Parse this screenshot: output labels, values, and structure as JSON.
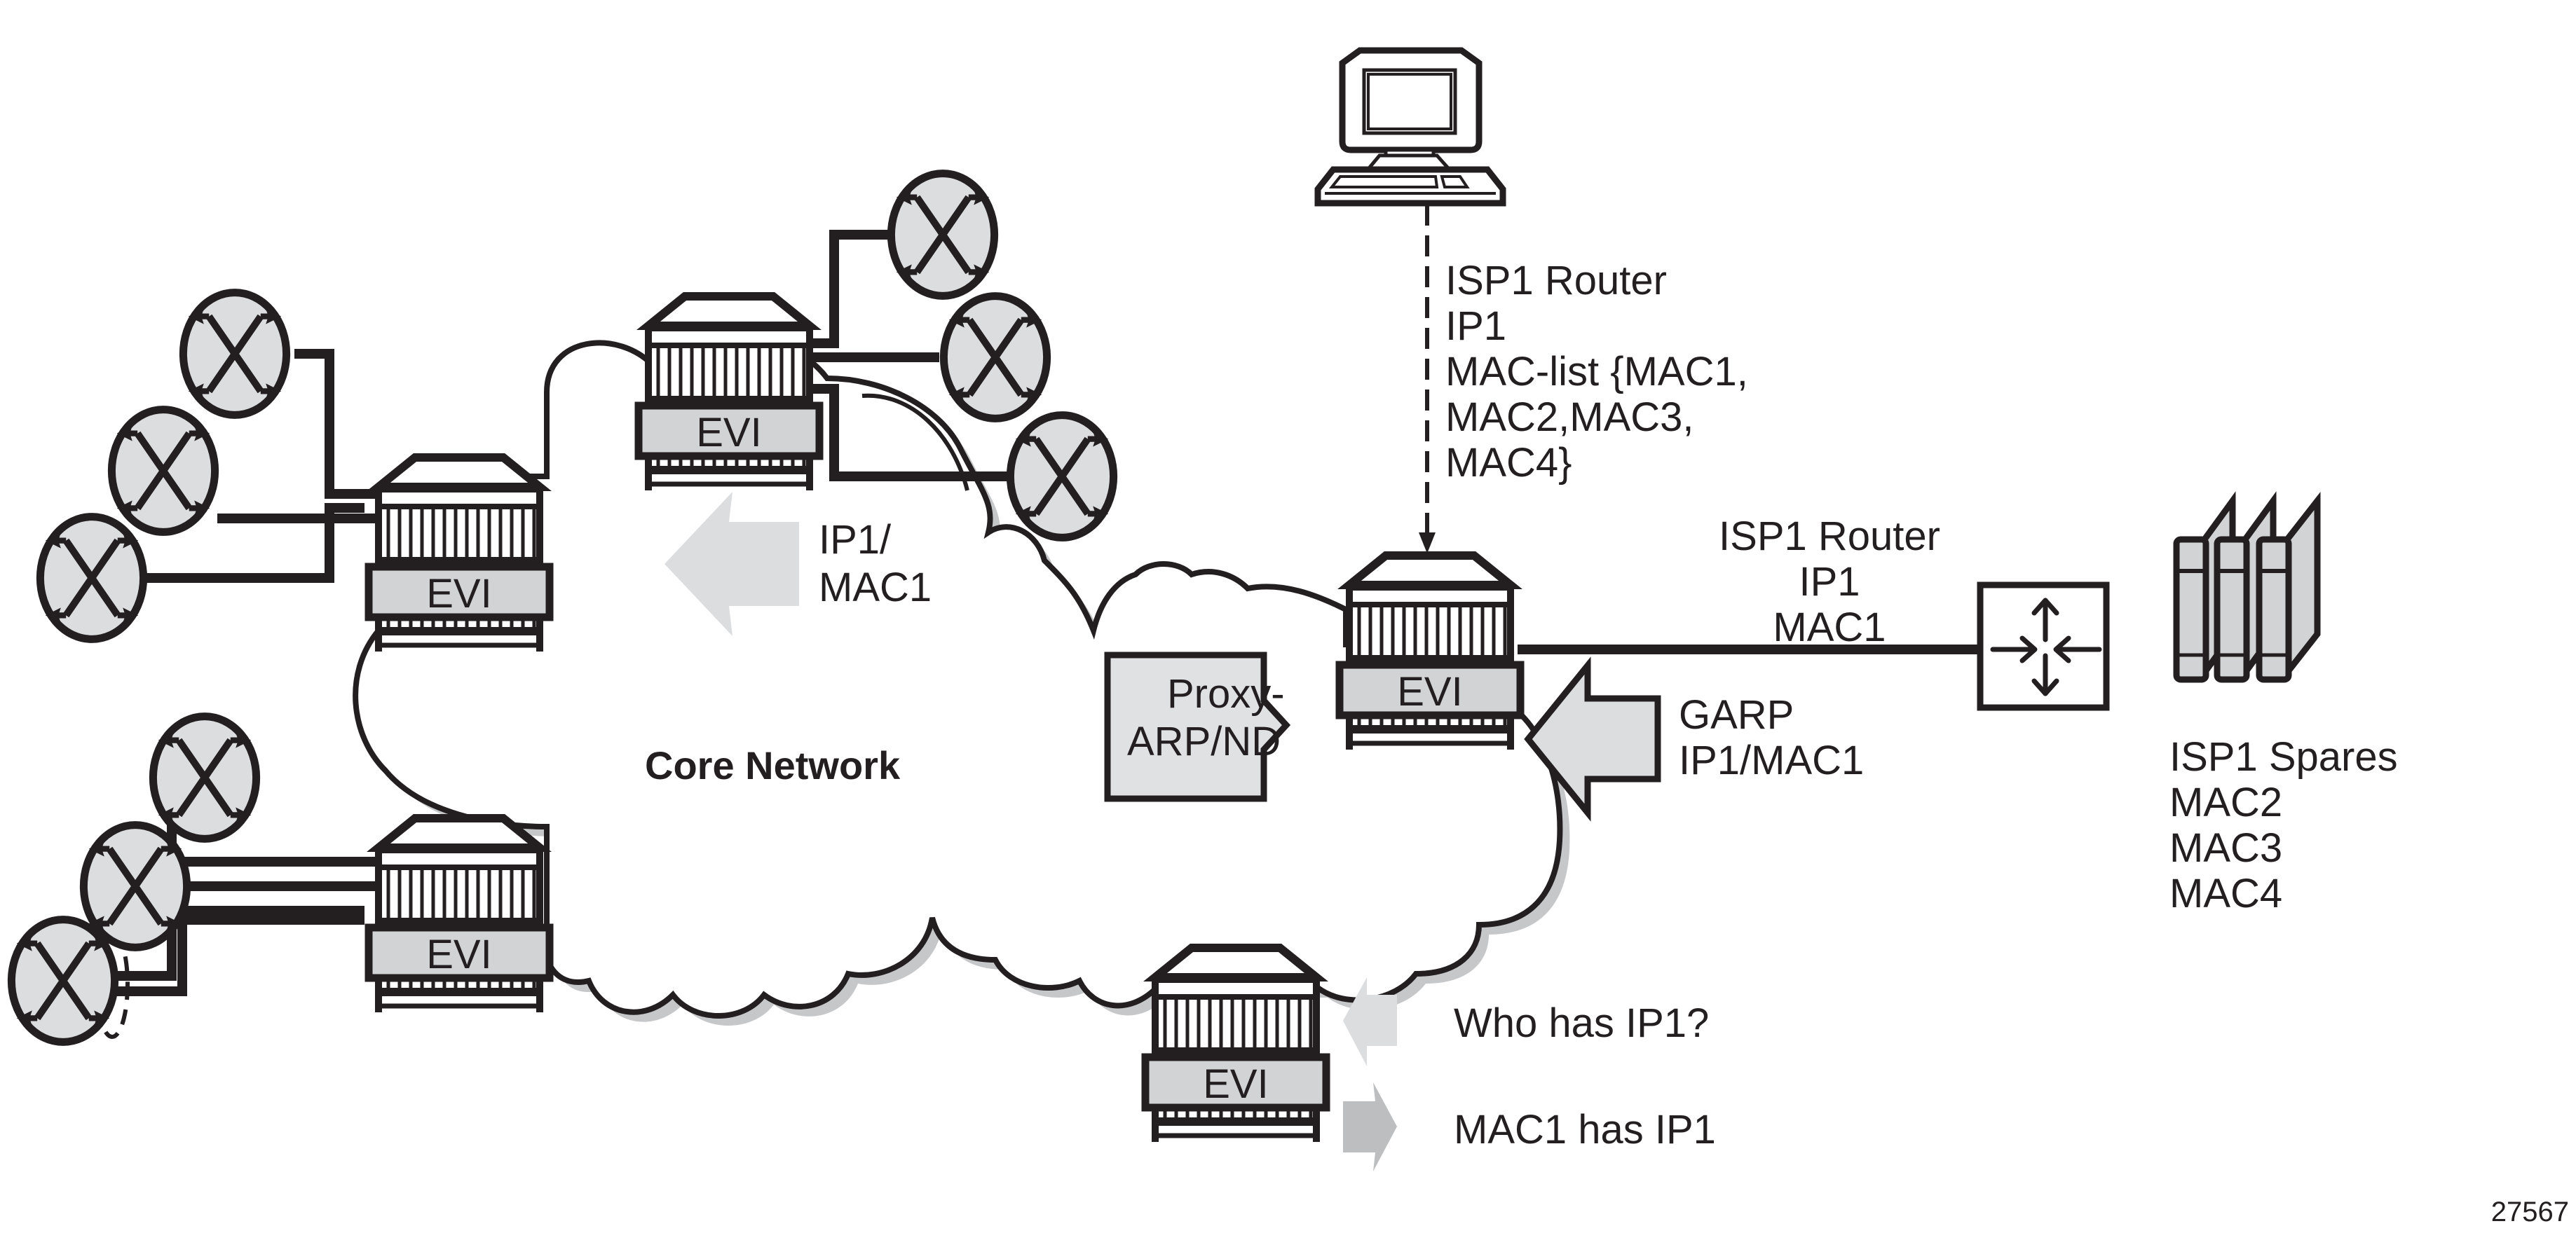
{
  "figure": {
    "number": "27567",
    "cloud_label": "Core Network",
    "colors": {
      "stroke": "#231f20",
      "device_fill": "#d1d3d4",
      "light_fill": "#e0e1e3",
      "arrow_light": "#dcdddf",
      "arrow_mid": "#bcbec0",
      "shadow": "#c6c7c9"
    }
  },
  "evi_nodes": [
    {
      "id": "top",
      "label": "EVI"
    },
    {
      "id": "left-top",
      "label": "EVI"
    },
    {
      "id": "left-bottom",
      "label": "EVI"
    },
    {
      "id": "right",
      "label": "EVI"
    },
    {
      "id": "bottom",
      "label": "EVI"
    }
  ],
  "computer": {
    "lines": [
      "ISP1 Router",
      "IP1",
      "MAC-list {MAC1,",
      "MAC2,MAC3,",
      "MAC4}"
    ]
  },
  "proxy_box": {
    "lines": [
      "Proxy-",
      "ARP/ND"
    ]
  },
  "router_link_label": {
    "lines": [
      "ISP1 Router",
      "IP1",
      "MAC1"
    ]
  },
  "garp_label": {
    "lines": [
      "GARP",
      "IP1/MAC1"
    ]
  },
  "advert_label": {
    "lines": [
      "IP1/",
      "MAC1"
    ]
  },
  "spares_label": {
    "lines": [
      "ISP1 Spares",
      "MAC2",
      "MAC3",
      "MAC4"
    ]
  },
  "arp_request_label": "Who has IP1?",
  "arp_reply_label": "MAC1 has IP1",
  "icons": {
    "ce_switch": "switch-x-icon",
    "pe_router": "pe-router-icon",
    "computer": "computer-icon",
    "l3_switch": "layer3-switch-icon",
    "spares": "server-blades-icon"
  }
}
